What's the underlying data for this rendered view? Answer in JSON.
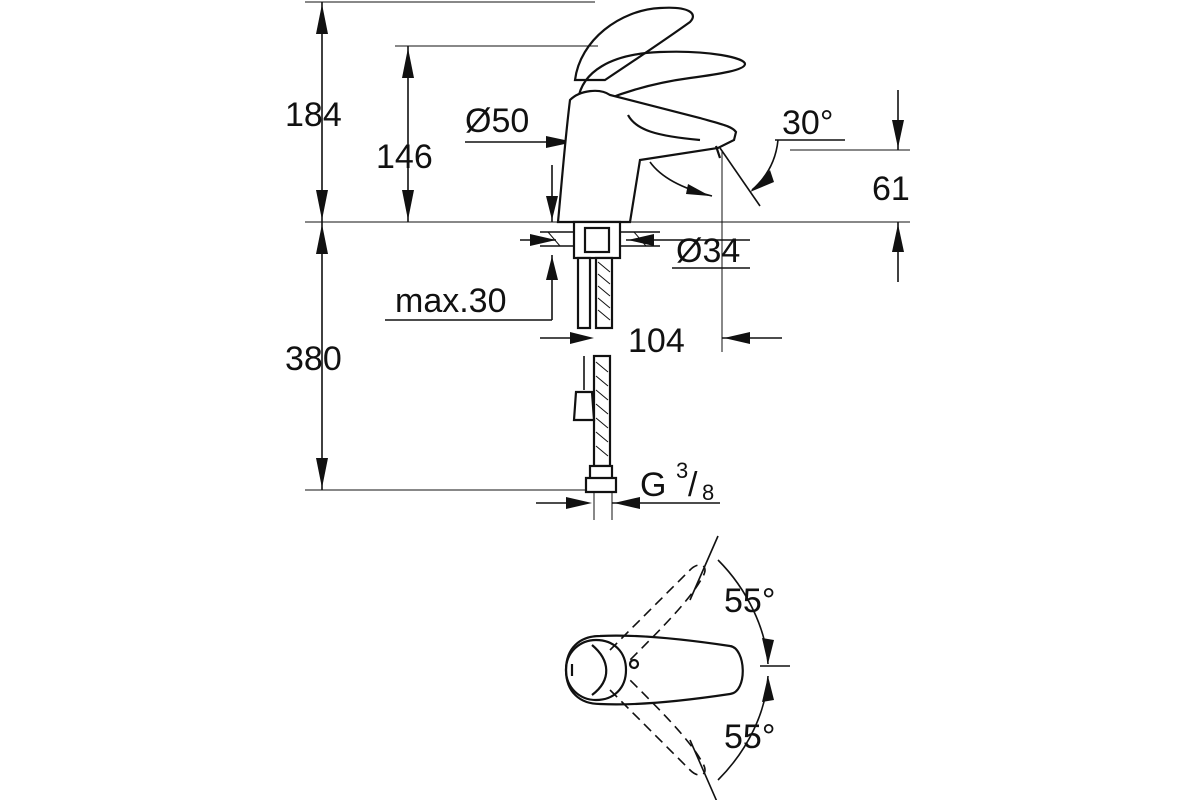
{
  "dimensions": {
    "total_height": "184",
    "spout_height": "146",
    "body_diameter": "Ø50",
    "spout_angle": "30°",
    "spout_outlet_height": "61",
    "base_diameter": "Ø34",
    "max_deck_thickness": "max.30",
    "spout_reach": "104",
    "hose_length": "380",
    "thread_prefix": "G",
    "thread_num": "3",
    "thread_den": "8",
    "handle_angle_top": "55°",
    "handle_angle_bottom": "55°"
  }
}
